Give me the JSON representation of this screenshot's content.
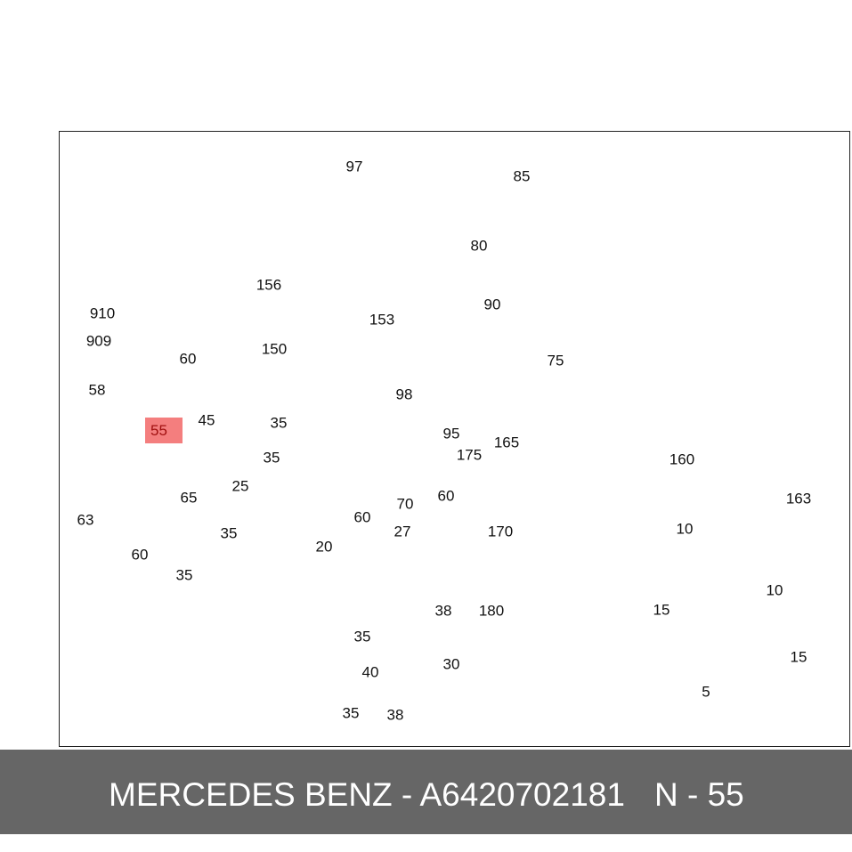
{
  "colors": {
    "highlight": "#f47e7e",
    "footer_bg": "#666666",
    "footer_text": "#ffffff"
  },
  "highlighted_part": "55",
  "labels": [
    "97",
    "85",
    "80",
    "156",
    "90",
    "153",
    "910",
    "909",
    "150",
    "75",
    "60",
    "58",
    "98",
    "45",
    "35",
    "95",
    "175",
    "165",
    "160",
    "35",
    "25",
    "65",
    "60",
    "60",
    "70",
    "163",
    "63",
    "35",
    "27",
    "170",
    "10",
    "20",
    "60",
    "35",
    "10",
    "180",
    "38",
    "15",
    "35",
    "30",
    "15",
    "40",
    "5",
    "35",
    "38"
  ],
  "footer": {
    "title": "MERCEDES BENZ - A6420702181",
    "position": "N - 55"
  }
}
